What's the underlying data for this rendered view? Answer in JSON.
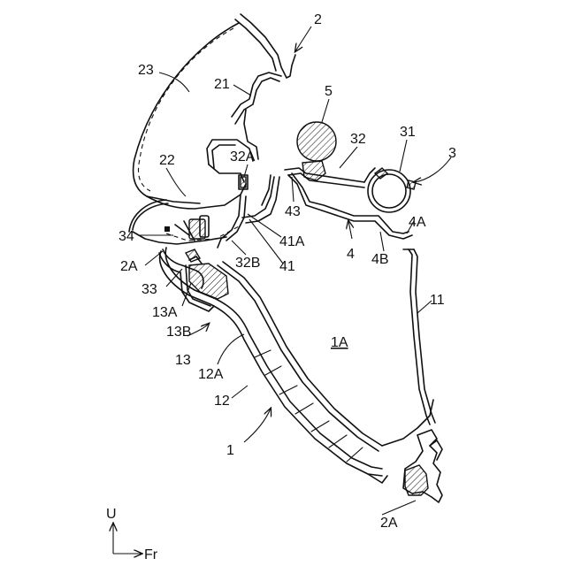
{
  "figure": {
    "labels": {
      "l2": "2",
      "l21": "21",
      "l23": "23",
      "l5": "5",
      "l32": "32",
      "l31": "31",
      "l3": "3",
      "l22": "22",
      "l32A": "32A",
      "l43": "43",
      "l4A": "4A",
      "l34": "34",
      "l41A": "41A",
      "l2A_left": "2A",
      "l32B": "32B",
      "l41": "41",
      "l4": "4",
      "l4B": "4B",
      "l33": "33",
      "l11": "11",
      "l13A": "13A",
      "l1A": "1A",
      "l13B": "13B",
      "l13": "13",
      "l12A": "12A",
      "l12": "12",
      "l1": "1",
      "l2A_bottom": "2A"
    },
    "axes": {
      "up": "U",
      "front": "Fr"
    }
  }
}
